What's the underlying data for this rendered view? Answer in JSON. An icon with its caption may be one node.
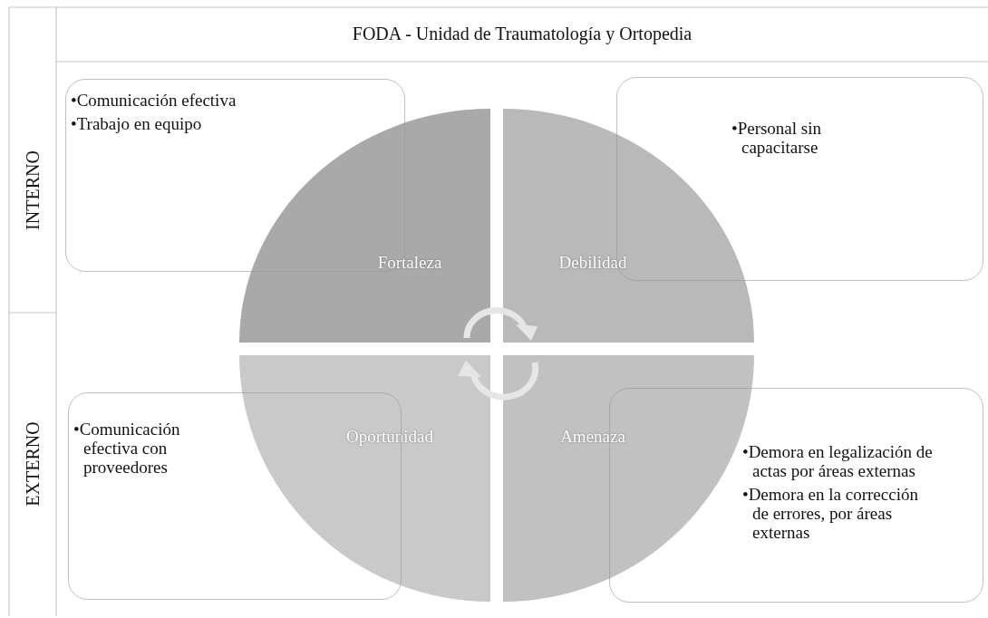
{
  "diagram": {
    "title": "FODA - Unidad de Traumatología y Ortopedia",
    "nodes": [
      {
        "text": [
          "•Comunicación efectiva",
          "•Trabajo en equipo"
        ]
      },
      {
        "text": [
          "•Personal sin capacitarse"
        ]
      },
      {
        "text": [
          "•Comunicación efectiva con proveedores"
        ]
      },
      {
        "text": [
          "•Demora en legalización de actas por áreas externas",
          "•Demora en la corrección de errores, por áreas externas"
        ]
      },
      {
        "text": [
          "Fortaleza"
        ]
      },
      {
        "text": [
          "Debilidad"
        ]
      },
      {
        "text": [
          "Oportunidad"
        ]
      },
      {
        "text": [
          "Amenaza"
        ]
      }
    ],
    "labels": [
      "INTERNO",
      "EXTERNO"
    ]
  }
}
